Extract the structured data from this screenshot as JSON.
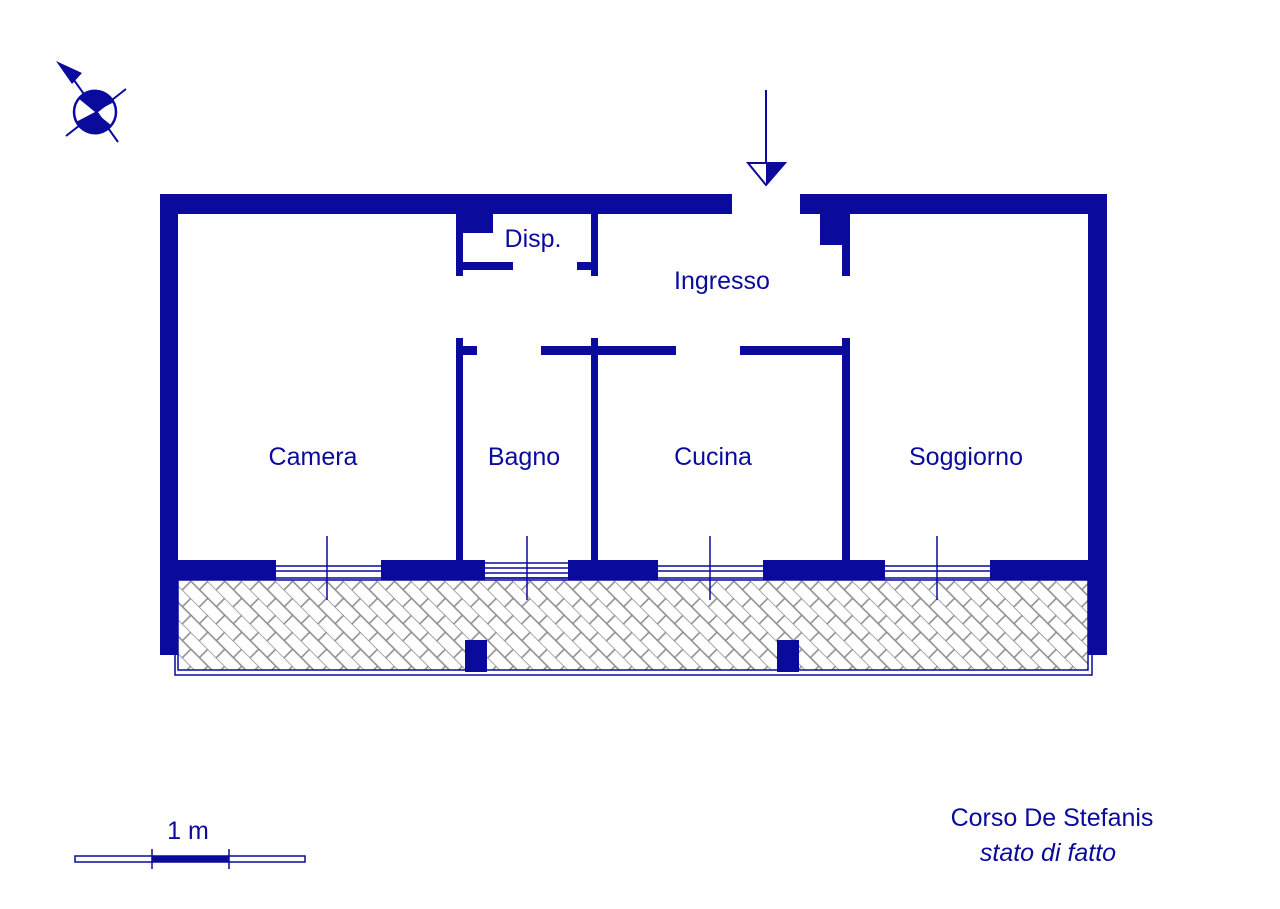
{
  "colors": {
    "ink": "#0a0a9c",
    "hatch": "#8a8a8a"
  },
  "rooms": {
    "disp": "Disp.",
    "ingresso": "Ingresso",
    "camera": "Camera",
    "bagno": "Bagno",
    "cucina": "Cucina",
    "soggiorno": "Soggiorno"
  },
  "scale": {
    "label": "1 m"
  },
  "caption": {
    "address": "Corso De Stefanis",
    "status": "stato di fatto"
  }
}
